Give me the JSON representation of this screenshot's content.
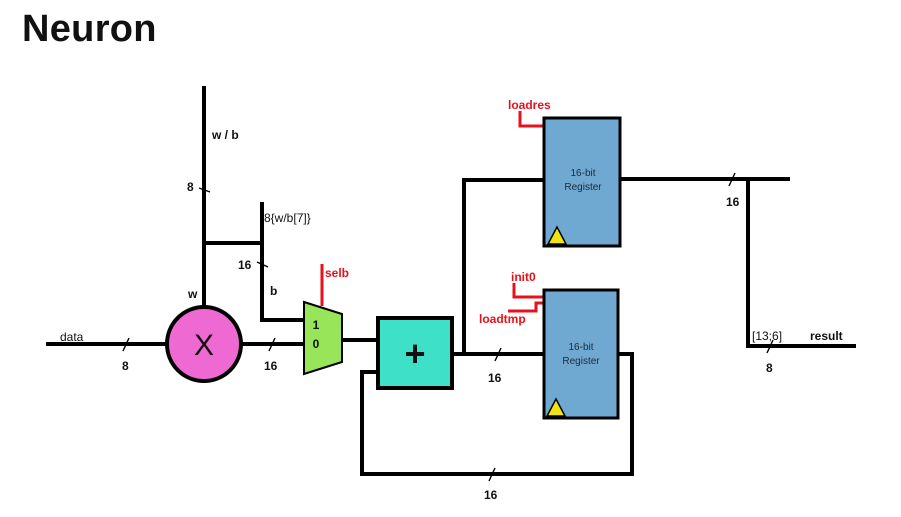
{
  "title": "Neuron",
  "signals": {
    "data": "data",
    "wb": "w / b",
    "w": "w",
    "b": "b",
    "sign_ext": "8{w/b[7]}",
    "selb": "selb",
    "loadres": "loadres",
    "init0": "init0",
    "loadtmp": "loadtmp",
    "slice": "[13;6]",
    "result": "result"
  },
  "widths": {
    "data": "8",
    "wb": "8",
    "b": "16",
    "mult_out": "16",
    "adder_out": "16",
    "reg_out": "16",
    "result": "8",
    "feedback": "16"
  },
  "blocks": {
    "multiplier": "X",
    "adder": "+",
    "mux_in1": "1",
    "mux_in0": "0",
    "register_line1": "16-bit",
    "register_line2": "Register"
  },
  "colors": {
    "multiplier_fill": "#ee6ad2",
    "adder_fill": "#3ee0c8",
    "mux_fill": "#99e55a",
    "register_fill": "#6fa8d1",
    "clock_triangle": "#f2e312",
    "control_wire": "#e8111b"
  }
}
